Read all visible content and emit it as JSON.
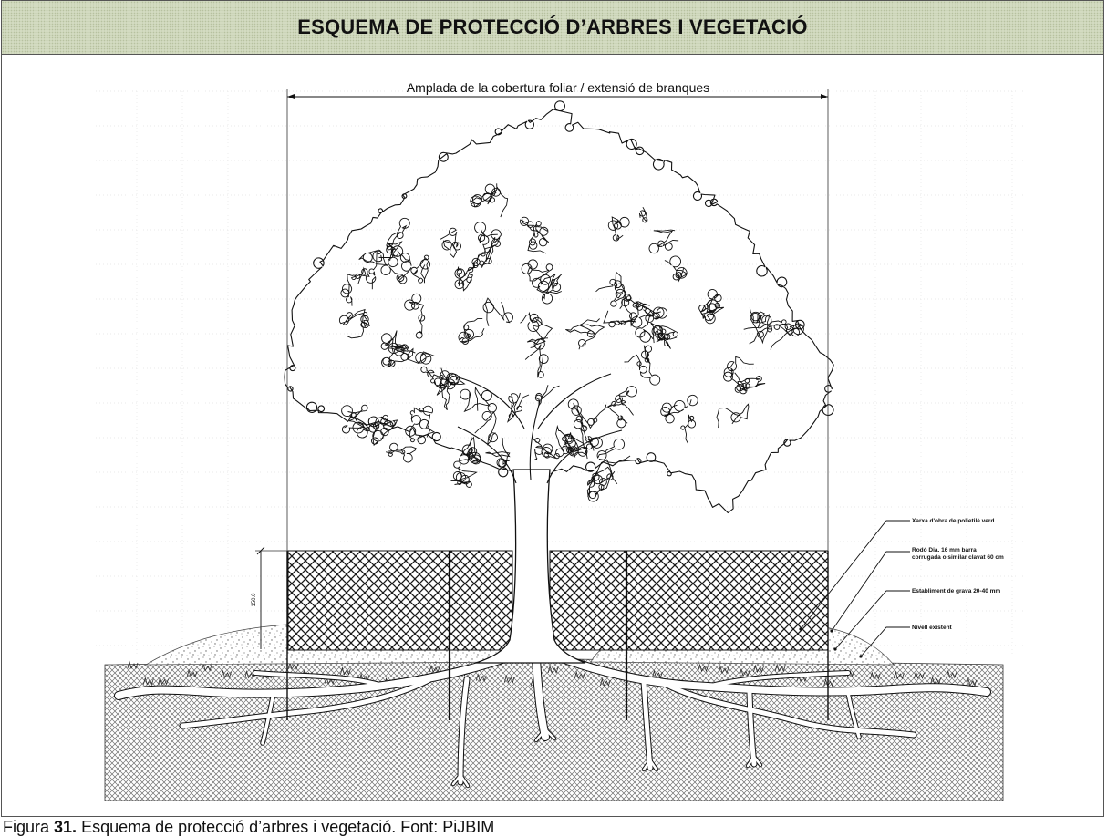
{
  "title": "ESQUEMA DE PROTECCIÓ D’ARBRES I VEGETACIÓ",
  "colors": {
    "title_bar": "#d3dbc1",
    "line": "#111111",
    "frame_border": "#555555"
  },
  "drawing": {
    "canopy_dimension_label": "Amplada de la cobertura foliar / extensió de branques",
    "fence_height_label": "150.0",
    "annotations": {
      "mesh": "Xarxa d'obra de polietilè verd",
      "post_line1": "Rodó Dia. 16 mm barra",
      "post_line2": "corrugada o similar clavat 60 cm",
      "gravel": "Establiment de grava 20-40 mm",
      "ground_level": "Nivell existent"
    }
  },
  "caption": {
    "prefix": "Figura ",
    "number": "31.",
    "text": " Esquema de protecció d’arbres i vegetació. Font: PiJBIM"
  }
}
